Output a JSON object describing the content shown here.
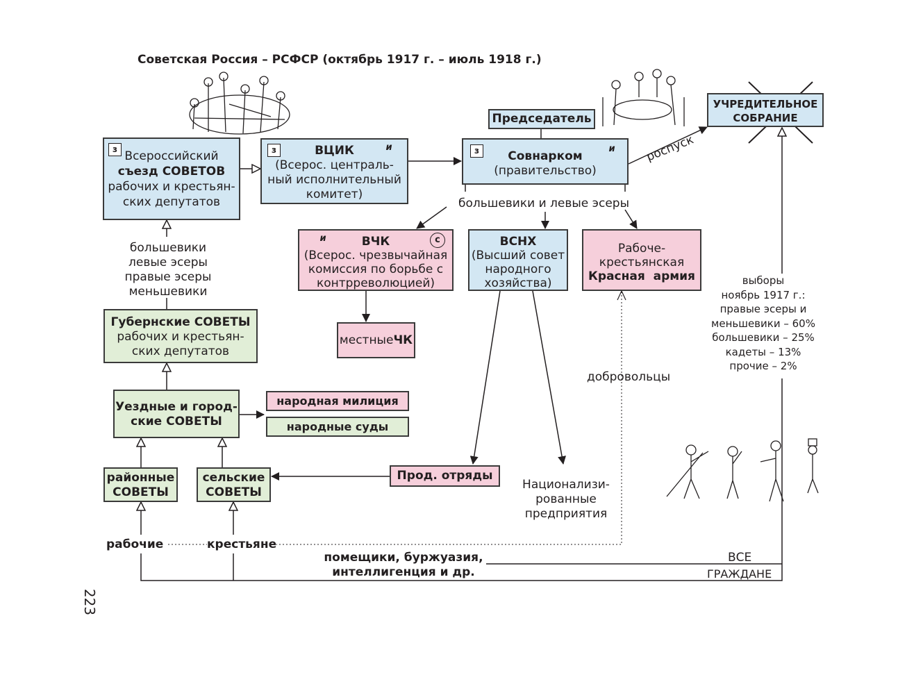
{
  "title": "Советская Россия – РСФСР (октябрь 1917 г. – июль 1918 г.)",
  "page_number": "223",
  "markers": {
    "z": "з",
    "i": "и",
    "s": "с"
  },
  "congress": {
    "line1": "Всероссийский",
    "line2": "съезд СОВЕТОВ",
    "line3": "рабочих и крестьян-",
    "line4": "ских депутатов"
  },
  "vtsik": {
    "title": "ВЦИК",
    "line1": "(Всерос. централь-",
    "line2": "ный исполнительный",
    "line3": "комитет)"
  },
  "chairman": "Председатель",
  "sovnarkom": {
    "title": "Совнарком",
    "subtitle": "(правительство)"
  },
  "constituent": {
    "line1": "УЧРЕДИТЕЛЬНОЕ",
    "line2": "СОБРАНИЕ"
  },
  "dissolution": "роспуск",
  "parties_gov": "большевики и левые эсеры",
  "cheka": {
    "title": "ВЧК",
    "line1": "(Всерос. чрезвычайная",
    "line2": "комиссия по борьбе с",
    "line3": "контрреволюцией)"
  },
  "local_cheka": {
    "prefix": "местные",
    "suffix": "ЧК"
  },
  "vsnkh": {
    "title": "ВСНХ",
    "line1": "(Высший совет",
    "line2": "народного",
    "line3": "хозяйства)"
  },
  "army": {
    "line1": "Рабоче-",
    "line2": "крестьянская",
    "line3": "Красная  армия"
  },
  "parties_congress": [
    "большевики",
    "левые эсеры",
    "правые эсеры",
    "меньшевики"
  ],
  "gubernia": {
    "title": "Губернские СОВЕТЫ",
    "line2": "рабочих и крестьян-",
    "line3": "ских депутатов"
  },
  "uezd": {
    "line1": "Уездные и город-",
    "line2": "ские СОВЕТЫ"
  },
  "militia": "народная милиция",
  "courts": "народные суды",
  "district": {
    "line1": "районные",
    "line2": "СОВЕТЫ"
  },
  "village": {
    "line1": "сельские",
    "line2": "СОВЕТЫ"
  },
  "food_squads": "Прод. отряды",
  "nationalized": {
    "line1": "Национализи-",
    "line2": "рованные",
    "line3": "предприятия"
  },
  "volunteers": "добровольцы",
  "elections": [
    "выборы",
    "ноябрь 1917 г.:",
    "правые эсеры и",
    "меньшевики – 60%",
    "большевики – 25%",
    "кадеты – 13%",
    "прочие – 2%"
  ],
  "workers": "рабочие",
  "peasants": "крестьяне",
  "others": {
    "line1": "помещики, буржуазия,",
    "line2": "интеллигенция и др."
  },
  "all_citizens": {
    "line1": "ВСЕ",
    "line2": "ГРАЖДАНЕ"
  },
  "colors": {
    "blue_box": "#d3e7f3",
    "pink_box": "#f6cfdb",
    "green_box": "#e1eed7",
    "line": "#231f20"
  }
}
